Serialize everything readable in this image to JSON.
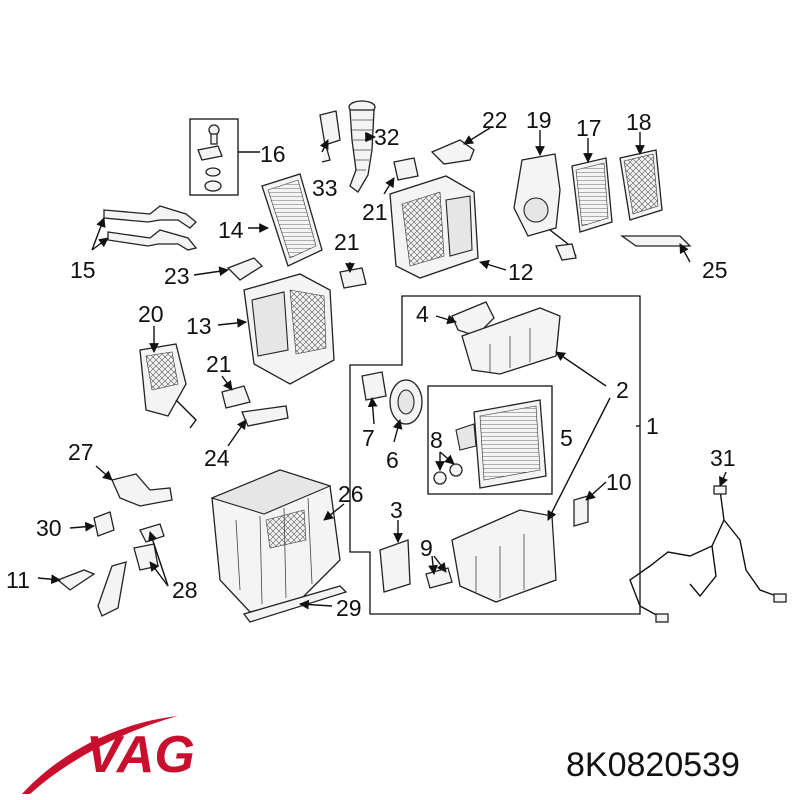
{
  "callouts": [
    "1",
    "2",
    "3",
    "4",
    "5",
    "6",
    "7",
    "8",
    "9",
    "10",
    "11",
    "12",
    "13",
    "14",
    "15",
    "16",
    "17",
    "18",
    "19",
    "20",
    "21",
    "21",
    "21",
    "22",
    "23",
    "24",
    "25",
    "26",
    "27",
    "28",
    "29",
    "30",
    "31",
    "32",
    "33"
  ],
  "brand": {
    "logo_text": "VAG",
    "brand_color": "#c8102e"
  },
  "part_number": "8K0820539"
}
